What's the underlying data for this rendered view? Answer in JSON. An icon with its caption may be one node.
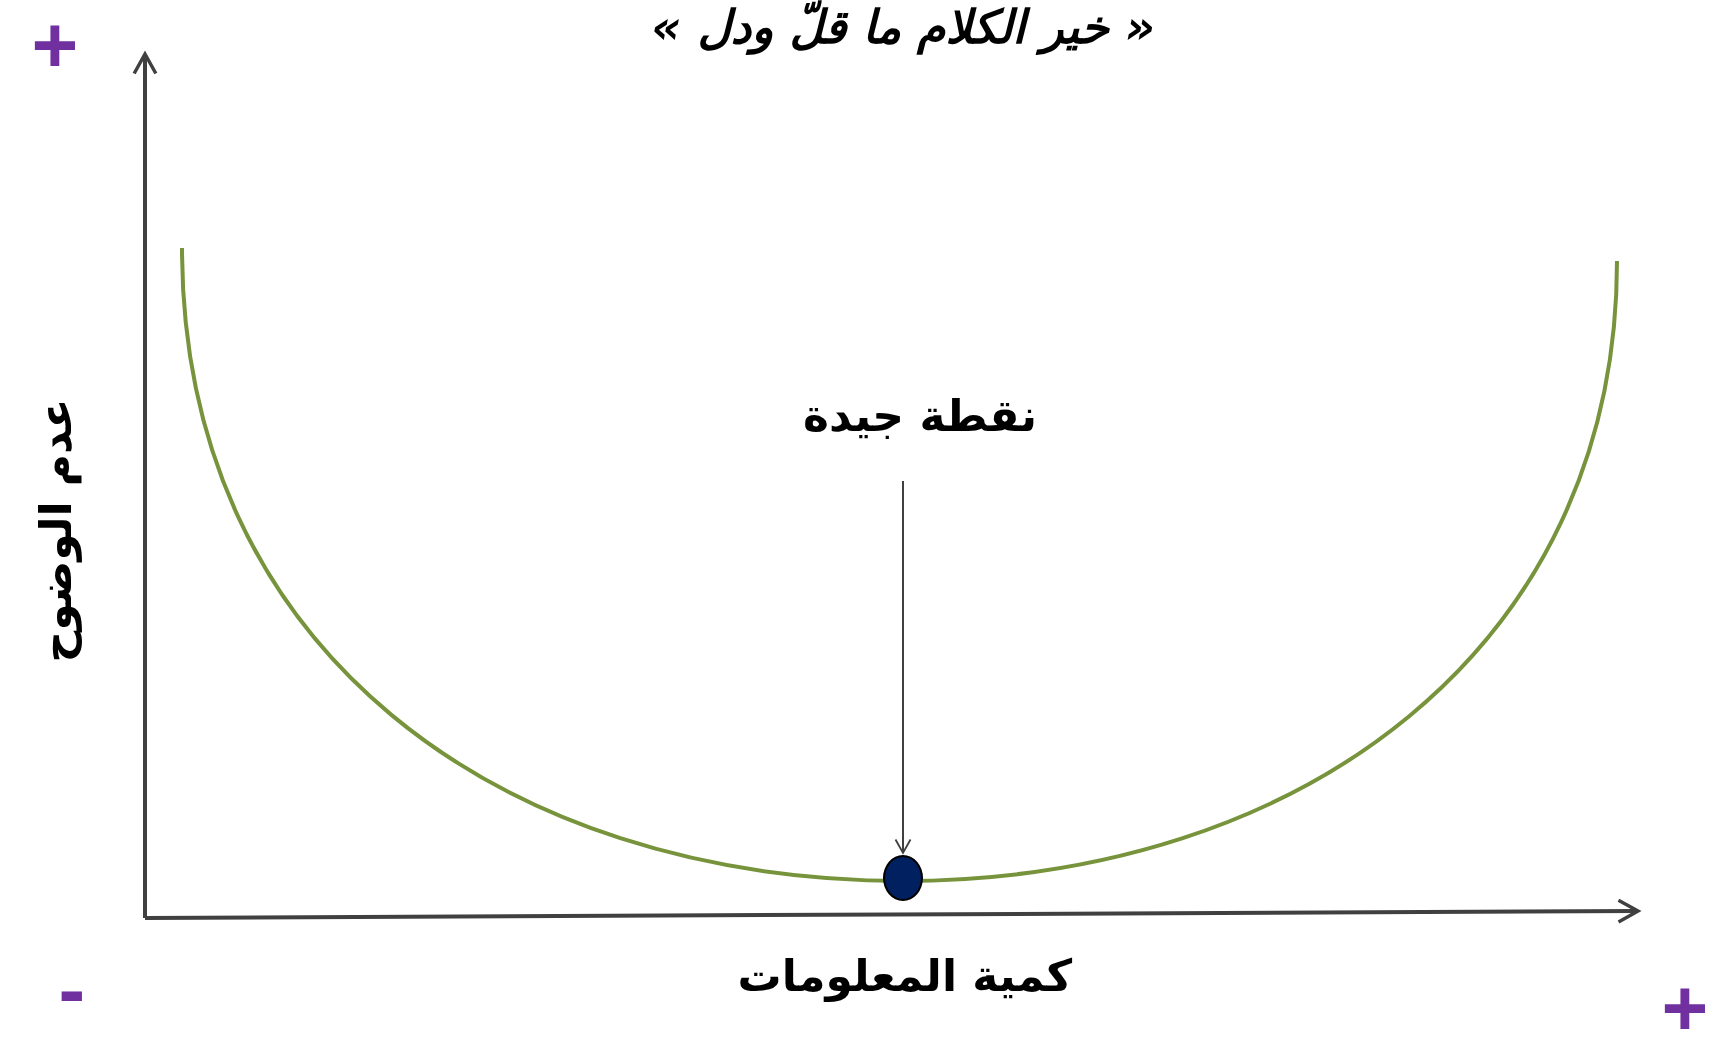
{
  "diagram": {
    "title": "« خير الكلام ما قلّ ودل »",
    "nodes": [
      {
        "text": [
          "نقطة جيدة"
        ]
      },
      {
        "text": [],
        "shape": "circle"
      }
    ],
    "edges": [
      {
        "from": 0,
        "to": 1,
        "arrow": "to"
      }
    ],
    "labels": [
      "+",
      "عدم الوضوح",
      "كمية المعلومات",
      "-",
      "+"
    ]
  }
}
